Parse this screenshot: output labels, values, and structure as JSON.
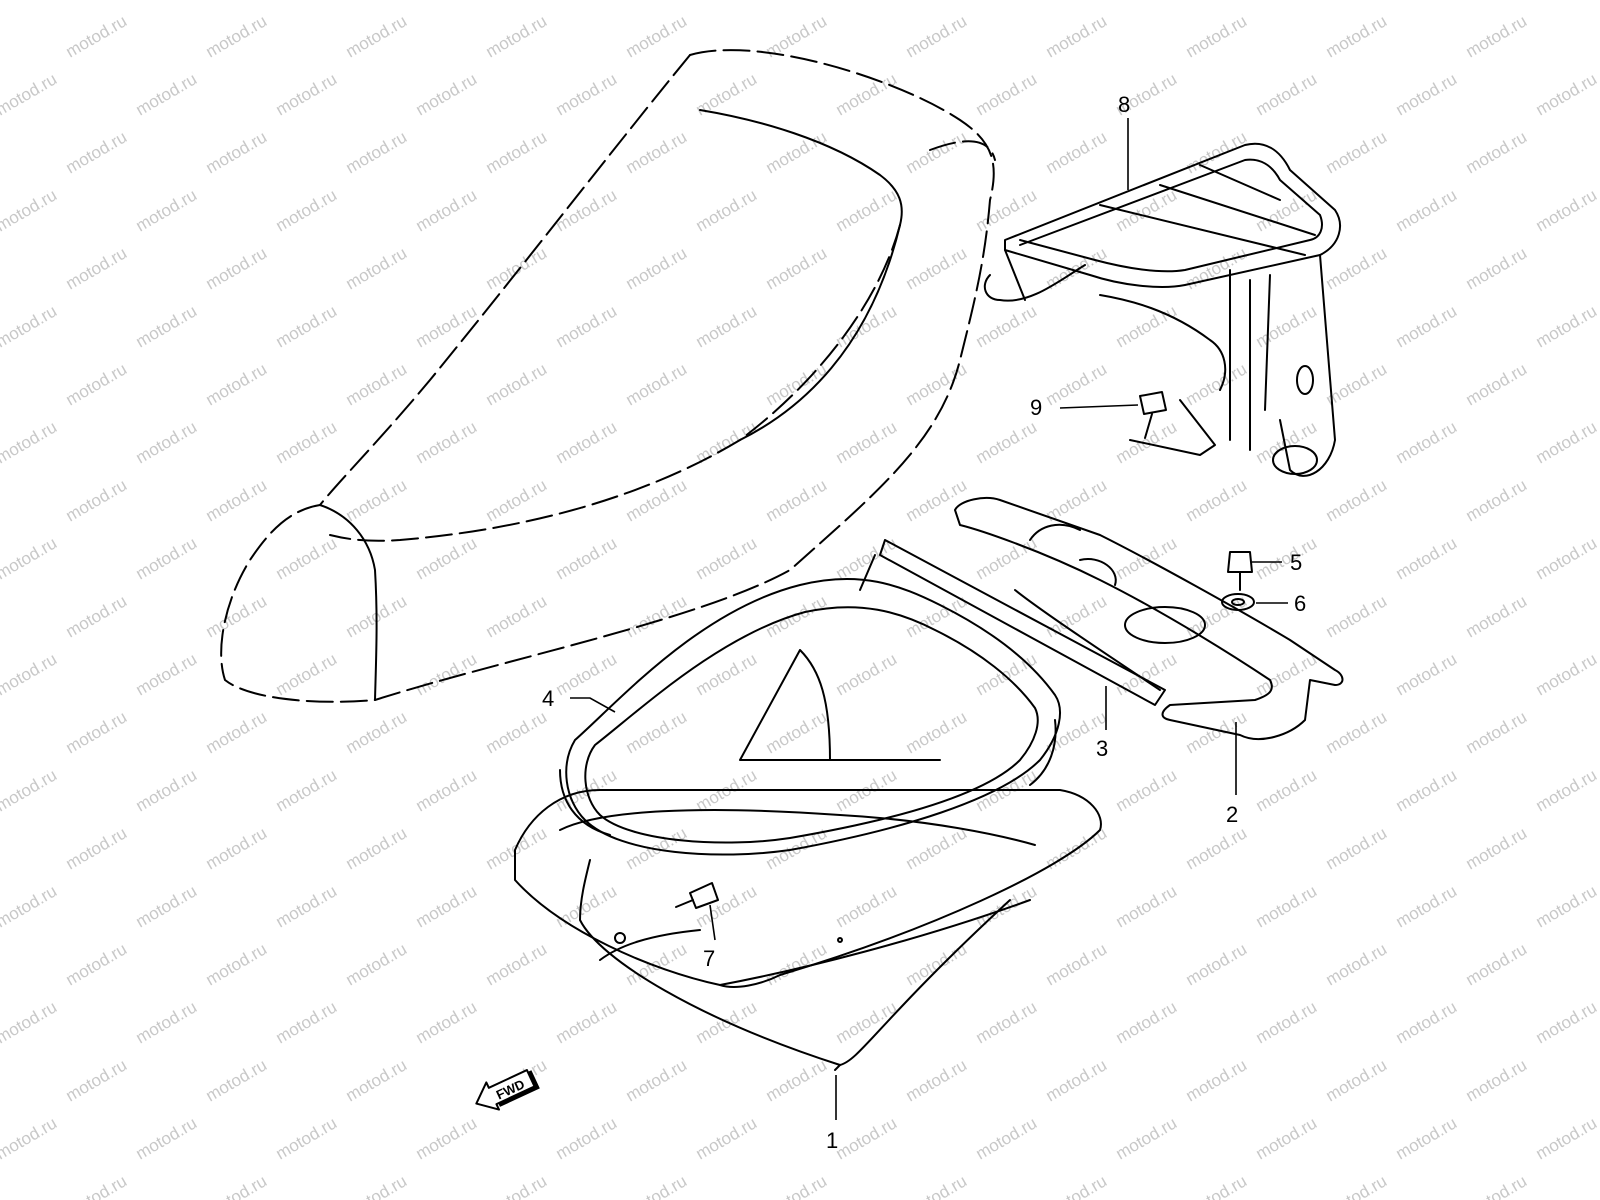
{
  "watermark": {
    "text": "motod.ru",
    "color": "#c8c8c8"
  },
  "callouts": [
    {
      "id": "1",
      "label": "1",
      "part": "storage-box"
    },
    {
      "id": "2",
      "label": "2",
      "part": "tray-bracket"
    },
    {
      "id": "3",
      "label": "3",
      "part": "seal-strip"
    },
    {
      "id": "4",
      "label": "4",
      "part": "box-seal-gasket"
    },
    {
      "id": "5",
      "label": "5",
      "part": "bolt"
    },
    {
      "id": "6",
      "label": "6",
      "part": "washer"
    },
    {
      "id": "7",
      "label": "7",
      "part": "bolt"
    },
    {
      "id": "8",
      "label": "8",
      "part": "rear-carrier"
    },
    {
      "id": "9",
      "label": "9",
      "part": "bolt"
    }
  ],
  "direction_badge": {
    "label": "FWD",
    "icon": "arrow-left-icon"
  },
  "colors": {
    "line": "#000000",
    "background": "#ffffff"
  }
}
